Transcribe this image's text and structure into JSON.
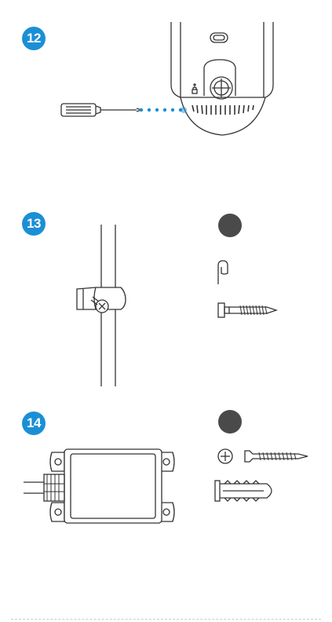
{
  "steps": [
    {
      "number": "12"
    },
    {
      "number": "13"
    },
    {
      "number": "14"
    }
  ],
  "icons": {
    "step12": [
      "screwdriver-icon",
      "camera-bottom-icon",
      "dotted-guide-line"
    ],
    "step13": [
      "pole-mount-bracket-icon",
      "kit-badge-icon",
      "clip-icon",
      "hex-screw-icon"
    ],
    "step14": [
      "junction-box-icon",
      "kit-badge-icon",
      "phillips-head-icon",
      "wood-screw-icon",
      "wall-anchor-icon"
    ]
  },
  "colors": {
    "badge": "#1b8fd6",
    "kit_circle": "#4a4a4a",
    "guide_dots": "#1b8fd6",
    "line": "#333333"
  }
}
